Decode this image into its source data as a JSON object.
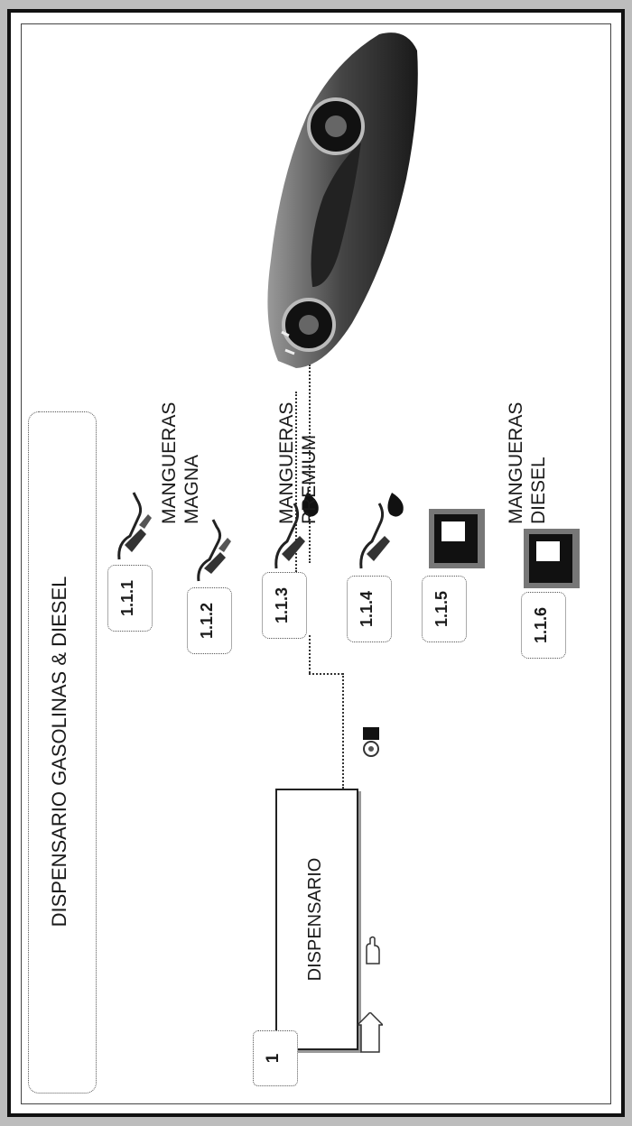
{
  "title": "DISPENSARIO GASOLINAS & DIESEL",
  "root": {
    "number": "1",
    "label": "DISPENSARIO"
  },
  "hoses": [
    {
      "number": "1.1.1",
      "icon": "fuel-nozzle-icon"
    },
    {
      "number": "1.1.2",
      "icon": "fuel-nozzle-icon"
    },
    {
      "number": "1.1.3",
      "icon": "fuel-nozzle-drop-icon"
    },
    {
      "number": "1.1.4",
      "icon": "fuel-nozzle-drop-icon"
    },
    {
      "number": "1.1.5",
      "icon": "fuel-pump-icon"
    },
    {
      "number": "1.1.6",
      "icon": "fuel-pump-icon"
    }
  ],
  "groups": [
    {
      "label": "MANGUERAS\nMAGNA"
    },
    {
      "label": "MANGUERAS\nPREMIUM"
    },
    {
      "label": "MANGUERAS\nDIESEL"
    }
  ],
  "icons": {
    "car": "sports-car-icon",
    "hand": "hand-pointer-icon",
    "arrow": "arrow-icon",
    "gauges": "gauge-icon"
  }
}
